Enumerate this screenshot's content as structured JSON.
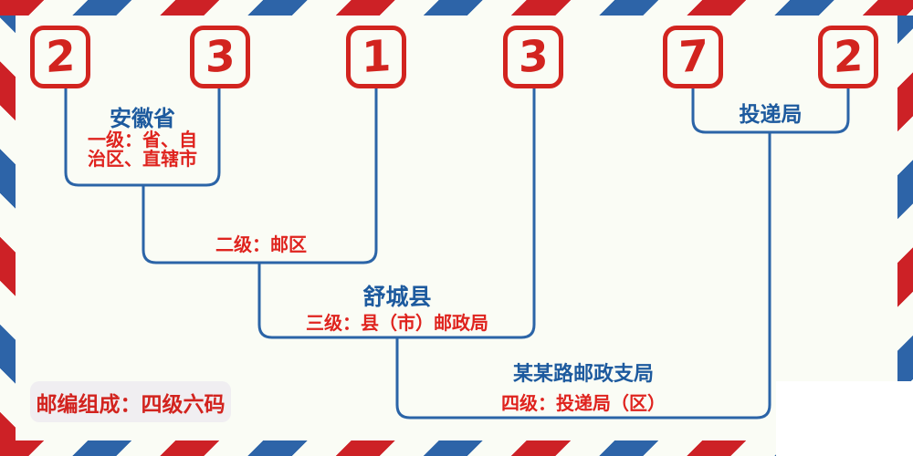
{
  "postal_code": {
    "digits": [
      "2",
      "3",
      "1",
      "3",
      "7",
      "2"
    ]
  },
  "levels": {
    "level1": {
      "region_name": "安徽省",
      "desc_line1": "一级：省、自",
      "desc_line2": "治区、直辖市"
    },
    "level2": {
      "desc": "二级：邮区"
    },
    "level3": {
      "region_name": "舒城县",
      "desc": "三级：县（市）邮政局"
    },
    "level4": {
      "region_name": "某某路邮政支局",
      "desc": "四级：投递局（区）"
    },
    "delivery": {
      "name": "投递局"
    }
  },
  "footer": {
    "composition_label": "邮编组成：四级六码"
  },
  "colors": {
    "stripe_red": "#cd2126",
    "stripe_blue": "#2d64a8",
    "digit_red": "#d2241f",
    "line_blue": "#2b64a7",
    "name_blue": "#1d5a9e",
    "desc_red": "#df231e",
    "background": "#fafcf5",
    "badge_bg": "#f0eef1"
  }
}
